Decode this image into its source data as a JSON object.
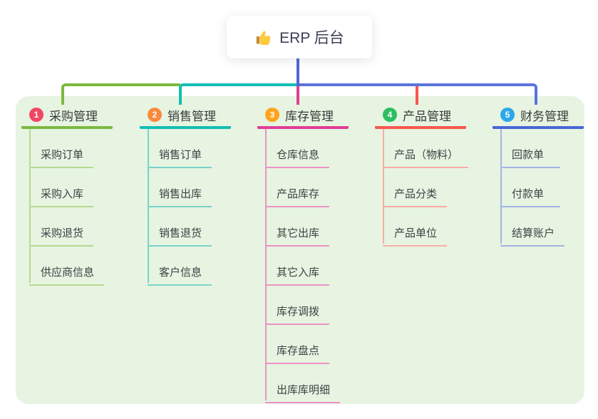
{
  "root": {
    "label": "ERP 后台",
    "icon": "thumbs-up-icon"
  },
  "branches": [
    {
      "badge": "1",
      "title": "采购管理",
      "badge_color": "#f04864",
      "line_color": "#7cb93f",
      "child_line_color": "#b7da90",
      "children": [
        "采购订单",
        "采购入库",
        "采购退货",
        "供应商信息"
      ]
    },
    {
      "badge": "2",
      "title": "销售管理",
      "badge_color": "#f98a3d",
      "line_color": "#14bdb3",
      "child_line_color": "#79d2ca",
      "children": [
        "销售订单",
        "销售出库",
        "销售退货",
        "客户信息"
      ]
    },
    {
      "badge": "3",
      "title": "库存管理",
      "badge_color": "#ffa41b",
      "line_color": "#e13d96",
      "child_line_color": "#ee92c5",
      "children": [
        "仓库信息",
        "产品库存",
        "其它出库",
        "其它入库",
        "库存调拨",
        "库存盘点",
        "出库库明细"
      ]
    },
    {
      "badge": "4",
      "title": "产品管理",
      "badge_color": "#2cbe61",
      "line_color": "#f8564e",
      "child_line_color": "#fbaba4",
      "children": [
        "产品（物料）",
        "产品分类",
        "产品单位"
      ]
    },
    {
      "badge": "5",
      "title": "财务管理",
      "badge_color": "#2ba8ec",
      "line_color": "#4767d6",
      "child_line_color": "#a3b5e4",
      "children": [
        "回款单",
        "付款单",
        "结算账户"
      ]
    }
  ],
  "colors": {
    "panel_bg": "#e6f4e1",
    "root_line": "#5165d4",
    "trunk_right": "#5b74dd",
    "card_bg": "#ffffff",
    "text": "#3c3c3c"
  }
}
